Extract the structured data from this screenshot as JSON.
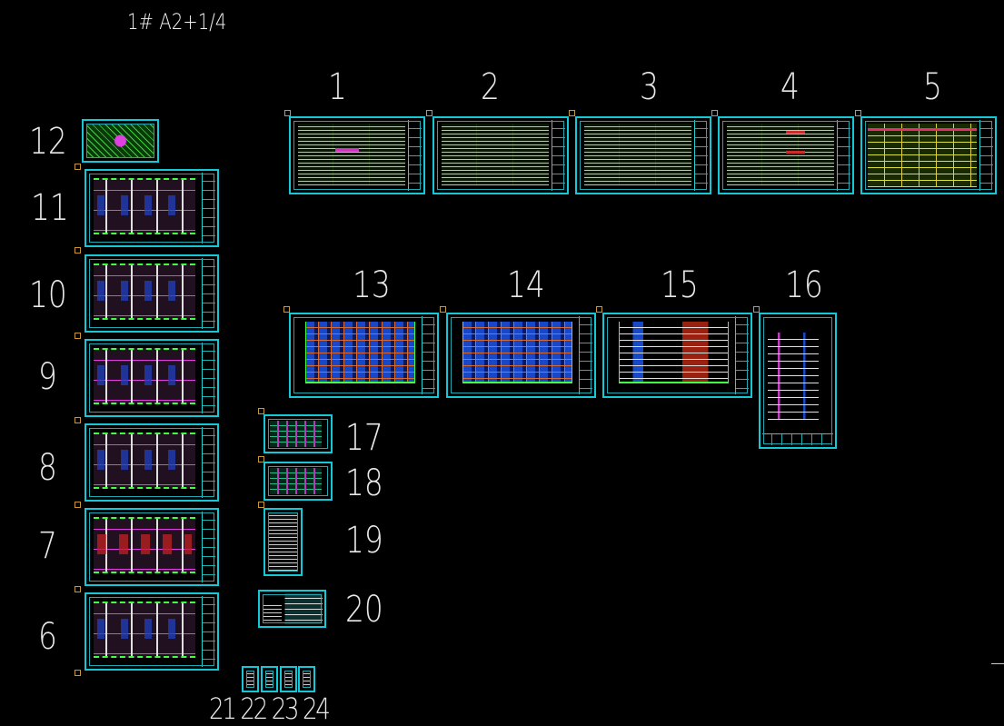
{
  "header": {
    "title": "1#  A2+1/4"
  },
  "sheet_numbers": {
    "s1": "1",
    "s2": "2",
    "s3": "3",
    "s4": "4",
    "s5": "5",
    "s6": "6",
    "s7": "7",
    "s8": "8",
    "s9": "9",
    "s10": "10",
    "s11": "11",
    "s12": "12",
    "s13": "13",
    "s14": "14",
    "s15": "15",
    "s16": "16",
    "s17": "17",
    "s18": "18",
    "s19": "19",
    "s20": "20",
    "s21_24": "21 22 23 24"
  },
  "colors": {
    "background": "#000000",
    "frame": "#15c8d8",
    "label": "#e8e8e8",
    "origin_marker": "#c89838"
  },
  "sheet_types": {
    "1": "general-notes",
    "2": "general-notes",
    "3": "general-notes",
    "4": "general-notes",
    "5": "door-window-table",
    "6": "floor-plan",
    "7": "floor-plan",
    "8": "floor-plan",
    "9": "floor-plan",
    "10": "floor-plan",
    "11": "floor-plan",
    "12": "site-plan",
    "13": "elevation",
    "14": "elevation",
    "15": "side-elevation",
    "16": "section",
    "17": "detail",
    "18": "detail",
    "19": "detail",
    "20": "detail",
    "21": "small-detail",
    "22": "small-detail",
    "23": "small-detail",
    "24": "small-detail"
  }
}
